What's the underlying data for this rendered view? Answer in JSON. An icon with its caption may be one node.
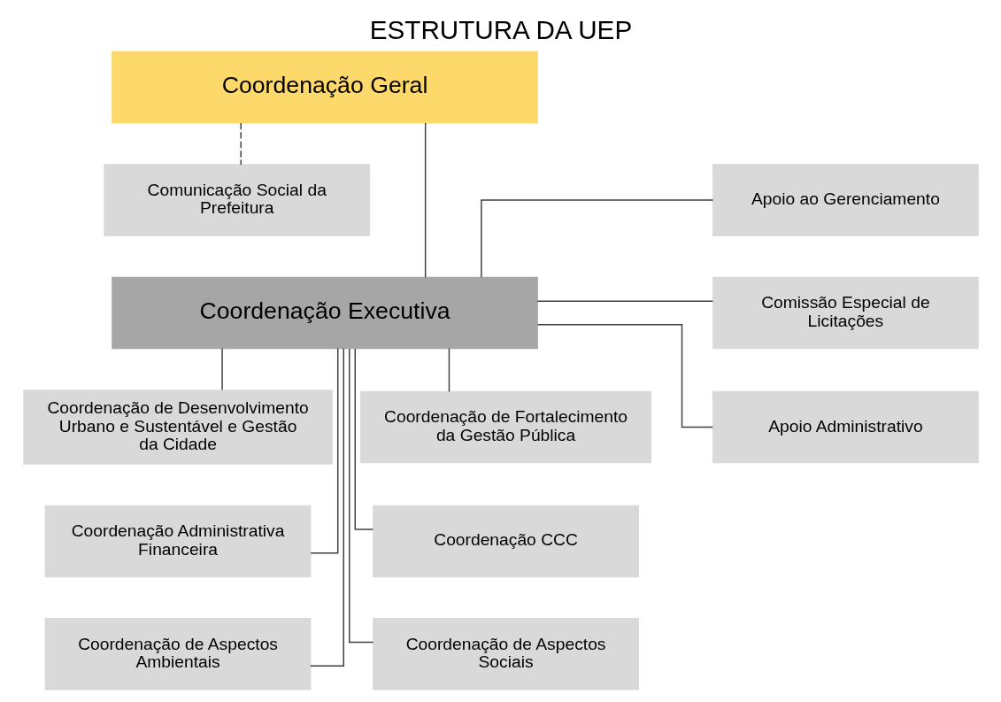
{
  "diagram": {
    "title": "ESTRUTURA DA UEP",
    "nodes": [
      {
        "text": [
          "Coordenação Geral"
        ]
      },
      {
        "text": [
          "Comunicação Social da Prefeitura"
        ]
      },
      {
        "text": [
          "Coordenação Executiva"
        ]
      },
      {
        "text": [
          "Apoio ao Gerenciamento"
        ]
      },
      {
        "text": [
          "Comissão Especial de Licitações"
        ]
      },
      {
        "text": [
          "Apoio Administrativo"
        ]
      },
      {
        "text": [
          "Coordenação de Desenvolvimento Urbano e Sustentável e Gestão da Cidade"
        ]
      },
      {
        "text": [
          "Coordenação de Fortalecimento da Gestão Pública"
        ]
      },
      {
        "text": [
          "Coordenação Administrativa Financeira"
        ]
      },
      {
        "text": [
          "Coordenação CCC"
        ]
      },
      {
        "text": [
          "Coordenação de Aspectos Ambientais"
        ]
      },
      {
        "text": [
          "Coordenação de Aspectos Sociais"
        ]
      }
    ],
    "edges": [
      {
        "from": 0,
        "to": 2,
        "arrow": "none"
      },
      {
        "from": 0,
        "to": 1,
        "arrow": "none",
        "style": "dashed"
      },
      {
        "from": 2,
        "to": 3,
        "arrow": "none"
      },
      {
        "from": 2,
        "to": 4,
        "arrow": "none"
      },
      {
        "from": 2,
        "to": 5,
        "arrow": "none"
      },
      {
        "from": 2,
        "to": 6,
        "arrow": "none"
      },
      {
        "from": 2,
        "to": 7,
        "arrow": "none"
      },
      {
        "from": 2,
        "to": 8,
        "arrow": "none"
      },
      {
        "from": 2,
        "to": 9,
        "arrow": "none"
      },
      {
        "from": 2,
        "to": 10,
        "arrow": "none"
      },
      {
        "from": 2,
        "to": 11,
        "arrow": "none"
      }
    ]
  }
}
